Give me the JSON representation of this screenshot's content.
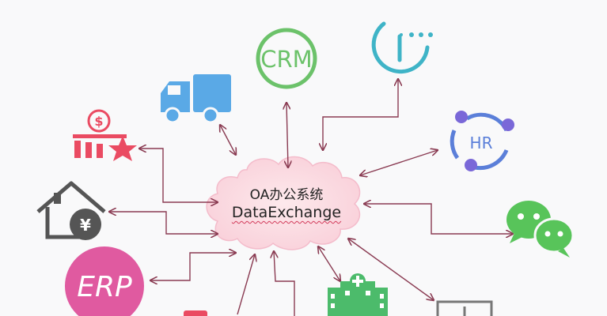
{
  "center": {
    "title": "OA办公系统",
    "subtitle": "DataExchange"
  },
  "nodes": {
    "crm": {
      "label": "CRM",
      "icon": "crm-circle-icon",
      "color": "#6cc26a"
    },
    "hr": {
      "label": "HR",
      "icon": "hr-network-icon",
      "color": "#5b7fd9"
    },
    "erp": {
      "label": "ERP",
      "icon": "erp-gear-icon",
      "color": "#e05aa0"
    },
    "logistics": {
      "icon": "truck-icon",
      "color": "#5aa9e6"
    },
    "finance": {
      "icon": "dollar-bar-chart-icon",
      "color": "#ea4b62"
    },
    "property": {
      "icon": "house-yuan-icon",
      "color": "#555555"
    },
    "info": {
      "icon": "info-circle-icon",
      "color": "#3fb4c7"
    },
    "wechat": {
      "icon": "wechat-icon",
      "color": "#58c45a"
    },
    "hospital": {
      "icon": "hospital-icon",
      "color": "#4cbb6b"
    }
  },
  "colors": {
    "arrow": "#8a3b52",
    "cloud": "#fbe1e6",
    "cloud_edge": "#f4bccb",
    "background": "#f9f9fa"
  }
}
